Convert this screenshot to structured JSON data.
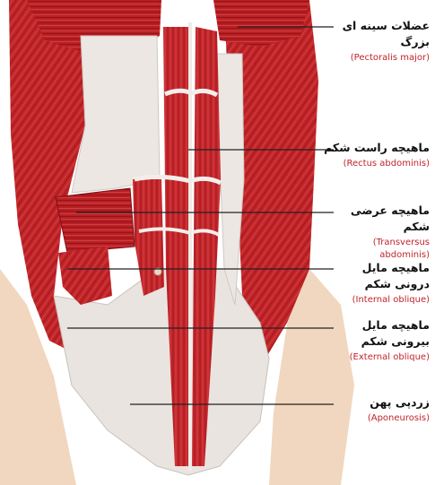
{
  "labels": [
    {
      "id": "pectoralis",
      "fa": "عضلات سینه ای بزرگ",
      "en": "(Pectoralis major)"
    },
    {
      "id": "rectus",
      "fa": "ماهیچه راست شکم",
      "en": "(Rectus abdominis)"
    },
    {
      "id": "transversus",
      "fa": "ماهیچه عرضی شکم",
      "en": "(Transversus abdominis)"
    },
    {
      "id": "internal",
      "fa": "ماهیچه مایل درونی شکم",
      "en": "(Internal oblique)"
    },
    {
      "id": "external",
      "fa": "ماهیچه مایل بیرونی شکم",
      "en": "(External oblique)"
    },
    {
      "id": "aponeurosis",
      "fa": "زردپی پهن",
      "en": "(Aponeurosis)"
    }
  ],
  "colors": {
    "muscle": "#c4262b",
    "muscle_dark": "#8e1418",
    "tendon": "#e9e4df",
    "skin": "#f1d7bf",
    "label_en": "#c0242c",
    "leader": "#222222"
  }
}
